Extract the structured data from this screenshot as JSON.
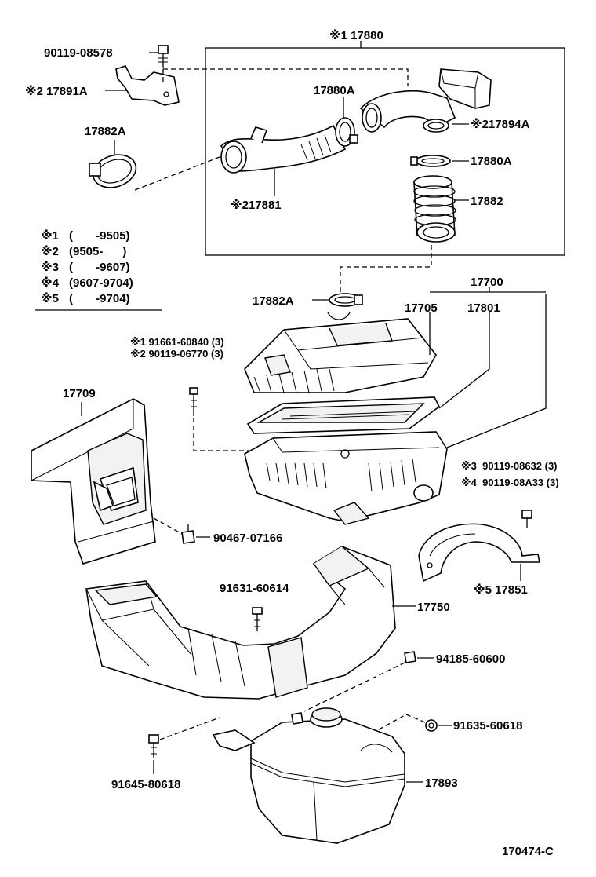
{
  "diagram": {
    "figure_code": "170474-C",
    "legend": [
      {
        "mark": "※1",
        "range": "(       -9505)"
      },
      {
        "mark": "※2",
        "range": "(9505-      )"
      },
      {
        "mark": "※3",
        "range": "(       -9607)"
      },
      {
        "mark": "※4",
        "range": "(9607-9704)"
      },
      {
        "mark": "※5",
        "range": "(       -9704)"
      }
    ],
    "callouts": {
      "c_17880_box": "※1 17880",
      "c_90119_08578": "90119-08578",
      "c_17891a": "※2 17891A",
      "c_17880a_top": "17880A",
      "c_217894a": "※217894A",
      "c_17882a_left": "17882A",
      "c_17880a_right": "17880A",
      "c_217881": "※217881",
      "c_17882": "17882",
      "c_17700": "17700",
      "c_17882a_mid": "17882A",
      "c_17705": "17705",
      "c_17801": "17801",
      "c_91661": "※1 91661-60840 (3)",
      "c_90119_06770": "※2 90119-06770 (3)",
      "c_17709": "17709",
      "c_90119_08632": "※3  90119-08632 (3)",
      "c_90119_08a33": "※4  90119-08A33 (3)",
      "c_90467": "90467-07166",
      "c_17851": "※5 17851",
      "c_91631": "91631-60614",
      "c_17750": "17750",
      "c_94185": "94185-60600",
      "c_91635": "91635-60618",
      "c_91645": "91645-80618",
      "c_17893": "17893"
    }
  }
}
